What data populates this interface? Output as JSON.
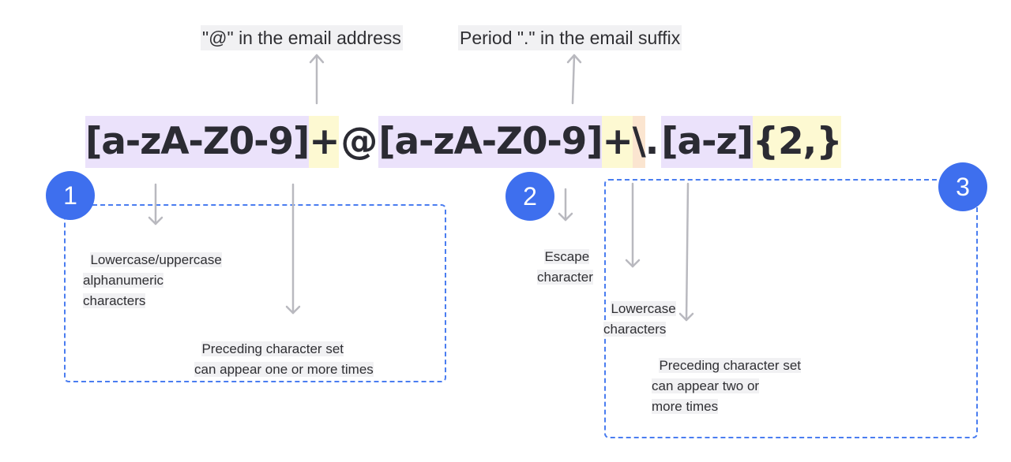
{
  "top_labels": {
    "at_sign": "\"@\" in the email address",
    "period": "Period \".\" in the email suffix"
  },
  "regex_segments": [
    {
      "text": "[a-zA-Z0-9]",
      "highlight": "purple"
    },
    {
      "text": "+",
      "highlight": "yellow"
    },
    {
      "text": "@",
      "highlight": "none"
    },
    {
      "text": "[a-zA-Z0-9]",
      "highlight": "purple"
    },
    {
      "text": "+",
      "highlight": "yellow"
    },
    {
      "text": "\\",
      "highlight": "orange"
    },
    {
      "text": ".",
      "highlight": "none"
    },
    {
      "text": "[a-z]",
      "highlight": "purple"
    },
    {
      "text": "{2,}",
      "highlight": "yellow"
    }
  ],
  "badges": [
    "1",
    "2",
    "3"
  ],
  "annotations": {
    "alnum": "Lowercase/uppercase\nalphanumeric\ncharacters",
    "one_or_more": "Preceding character set\ncan appear one or more times",
    "escape": "Escape\ncharacter",
    "lowercase": "Lowercase\ncharacters",
    "two_or_more": "Preceding character set\ncan appear two or\nmore times"
  },
  "colors": {
    "highlight_purple": "#ebe2fb",
    "highlight_yellow": "#fdf9d2",
    "highlight_orange": "#fbe5d0",
    "badge_blue": "#3e6fee",
    "dashed_border": "#4a7df0",
    "arrow_gray": "#b9b9bf",
    "label_bg": "#f1f1f3"
  },
  "icons": [
    "arrow-up-icon",
    "arrow-down-icon"
  ]
}
